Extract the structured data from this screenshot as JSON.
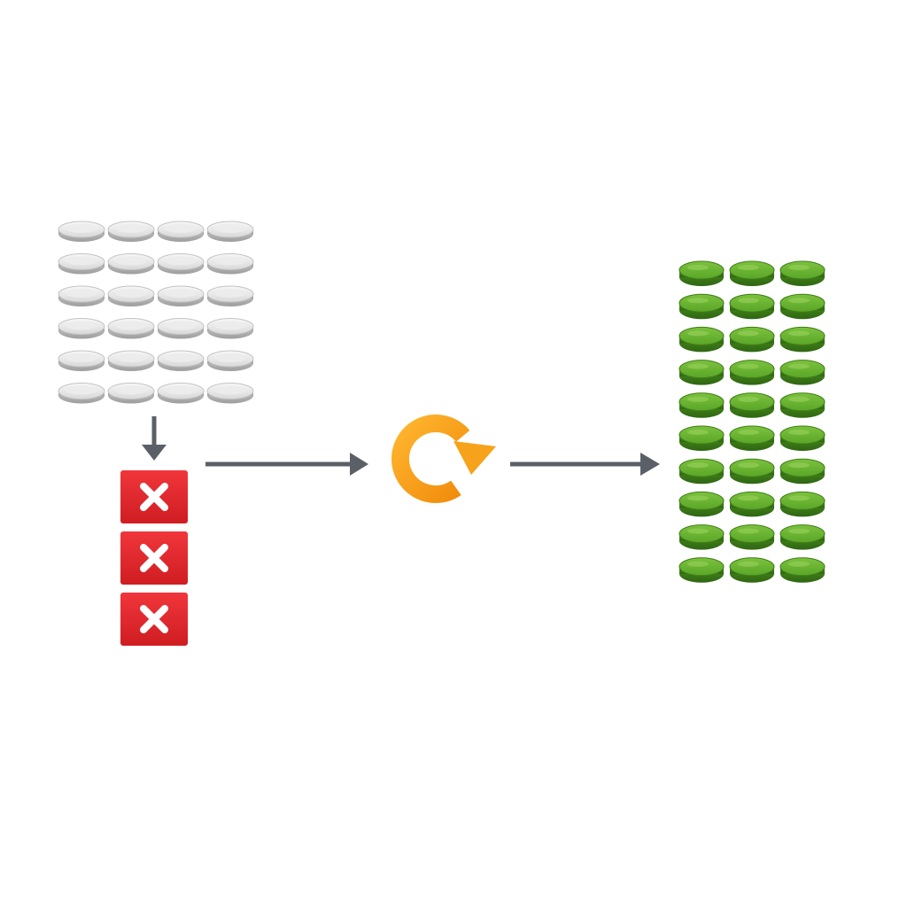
{
  "diagram": {
    "source_group": {
      "rows": 6,
      "columns": 4,
      "item": "white-dish",
      "color": "#e2e2e2"
    },
    "rejected_group": {
      "count": 3,
      "item": "red-x-box",
      "color": "#e8282e"
    },
    "process": {
      "icon": "refresh-cycle-icon",
      "color": "#f7a21b"
    },
    "output_group": {
      "rows": 10,
      "columns": 3,
      "item": "green-disc",
      "color": "#5aa628"
    },
    "arrows": {
      "color": "#5b6068",
      "items": [
        {
          "name": "down-arrow-to-rejects",
          "direction": "down"
        },
        {
          "name": "arrow-to-process",
          "direction": "right"
        },
        {
          "name": "arrow-to-output",
          "direction": "right"
        }
      ]
    }
  }
}
